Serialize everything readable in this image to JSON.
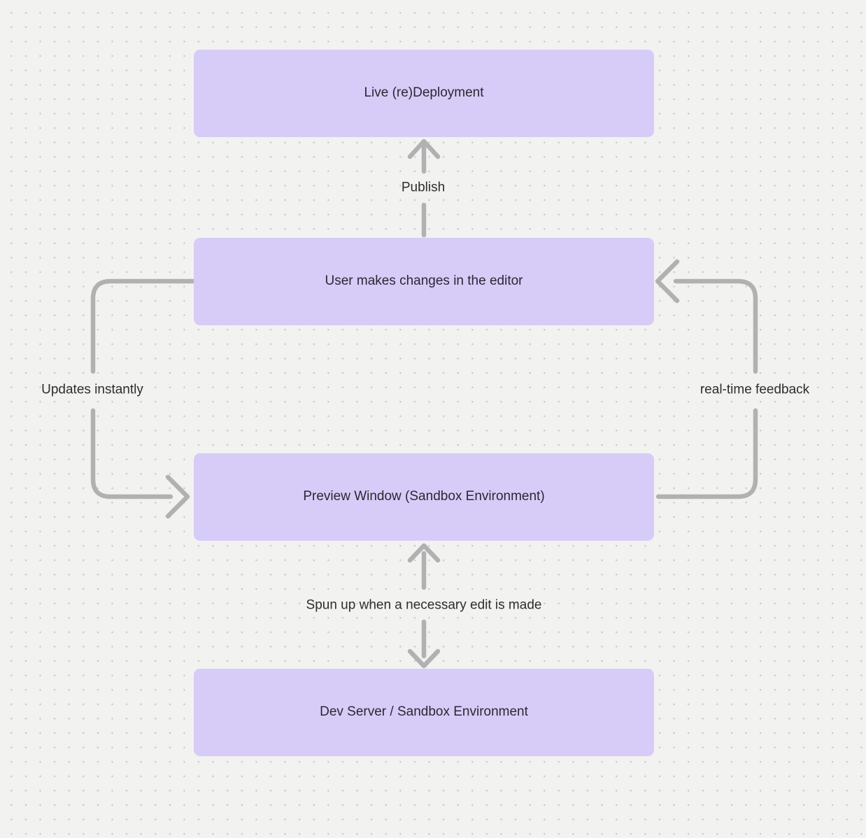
{
  "colors": {
    "background": "#f2f2f1",
    "grid_dot": "#c7c7c7",
    "node_fill": "#d7ccf7",
    "node_text": "#2b2733",
    "label_text": "#2e2e2e",
    "connector": "#b1b1b1"
  },
  "nodes": [
    {
      "id": "live-deployment",
      "label": "Live (re)Deployment"
    },
    {
      "id": "editor-changes",
      "label": "User makes changes in the editor"
    },
    {
      "id": "preview-window",
      "label": "Preview Window (Sandbox Environment)"
    },
    {
      "id": "dev-server",
      "label": "Dev Server / Sandbox Environment"
    }
  ],
  "edges": {
    "publish": "Publish",
    "updates_instantly": "Updates instantly",
    "realtime_feedback": "real-time feedback",
    "spun_up": "Spun up when a necessary edit is made"
  }
}
